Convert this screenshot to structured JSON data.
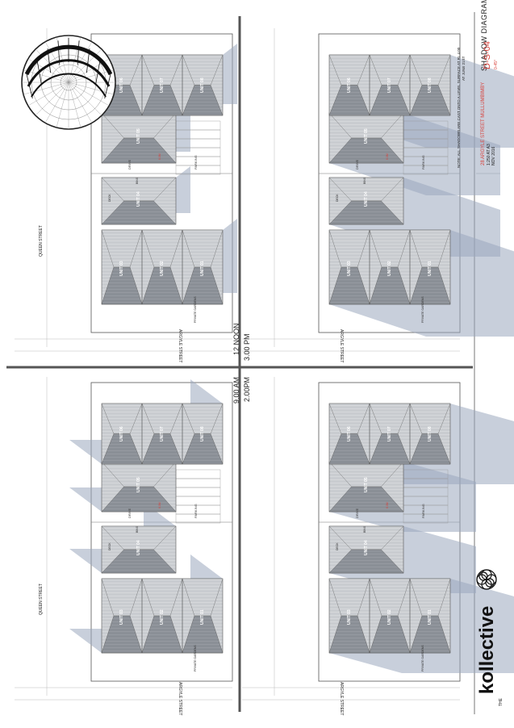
{
  "sheet": {
    "title": "SHADOW DIAGRAMS",
    "drawing_number": "D-S-04",
    "revision": "0-45°",
    "project": "28 ARGYLE STREET MULLUMBIMBY",
    "scale": "1:250 AT A3",
    "date": "NOV 2016",
    "note": "NOTE: ALL SHADOWS ARE CAST ONTO A LEVEL SURFACE AT RL 4.00",
    "note_sub": "AT JUNE 21ST",
    "logo_the": "THE",
    "logo_name": "kollective"
  },
  "times": {
    "nine_am": "9.00 AM",
    "noon": "12 NOON",
    "two_pm": "2.00PM",
    "three_pm": "3.00 PM"
  },
  "streets": {
    "queen": "QUEEN STREET",
    "argyle": "ARGYLE STREET"
  },
  "units": [
    "UNIT 01",
    "UNIT 02",
    "UNIT 03",
    "UNIT 04",
    "UNIT 05",
    "UNIT 06",
    "UNIT 07",
    "UNIT 08"
  ],
  "labels": {
    "drive": "DRIVE",
    "parking": "PARKING",
    "private_gardens": "PRIVATE GARDENS",
    "deck": "DECK",
    "bins": "BINS",
    "setback": "6.0M"
  }
}
